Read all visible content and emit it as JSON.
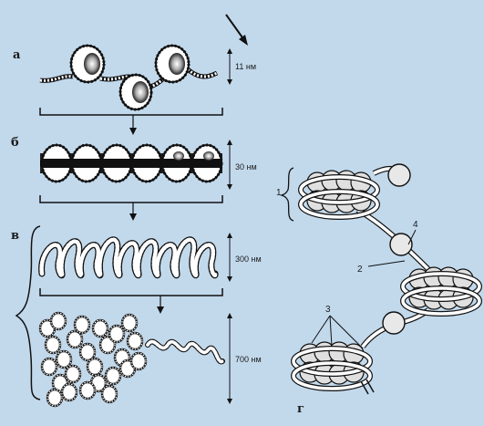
{
  "panels": {
    "a": {
      "letter": "а",
      "scale": "11 нм"
    },
    "b": {
      "letter": "б",
      "scale": "30 нм"
    },
    "c": {
      "letter": "в",
      "scale_top": "300 нм",
      "scale_bottom": "700 нм"
    },
    "d": {
      "letter": "г",
      "labels": [
        "1",
        "2",
        "3",
        "4"
      ]
    }
  },
  "colors": {
    "background": "#c2d9ec",
    "ink": "#111111",
    "bead": "#ffffff"
  }
}
